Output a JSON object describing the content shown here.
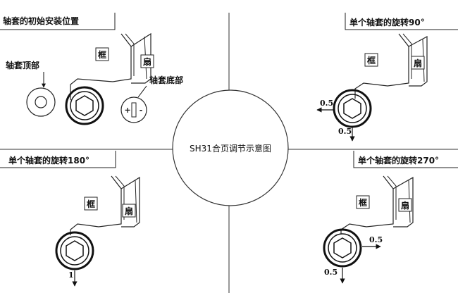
{
  "diagram": {
    "center_title": "SH31合页调节示意图",
    "panels": {
      "top_left": {
        "heading": "轴套的初始安装位置",
        "label_top": "轴套顶部",
        "label_bottom": "轴套底部",
        "frame": "框",
        "sash": "扇",
        "plus": "+",
        "minus": "-"
      },
      "top_right": {
        "heading": "单个轴套的旋转90°",
        "frame": "框",
        "sash": "扇",
        "shift_h": "0.5",
        "shift_v": "0.5"
      },
      "bottom_left": {
        "heading": "单个轴套的旋转180°",
        "frame": "框",
        "sash": "扇",
        "shift_v": "1"
      },
      "bottom_right": {
        "heading": "单个轴套的旋转270°",
        "frame": "框",
        "sash": "扇",
        "shift_h": "0.5",
        "shift_v": "0.5"
      }
    }
  }
}
